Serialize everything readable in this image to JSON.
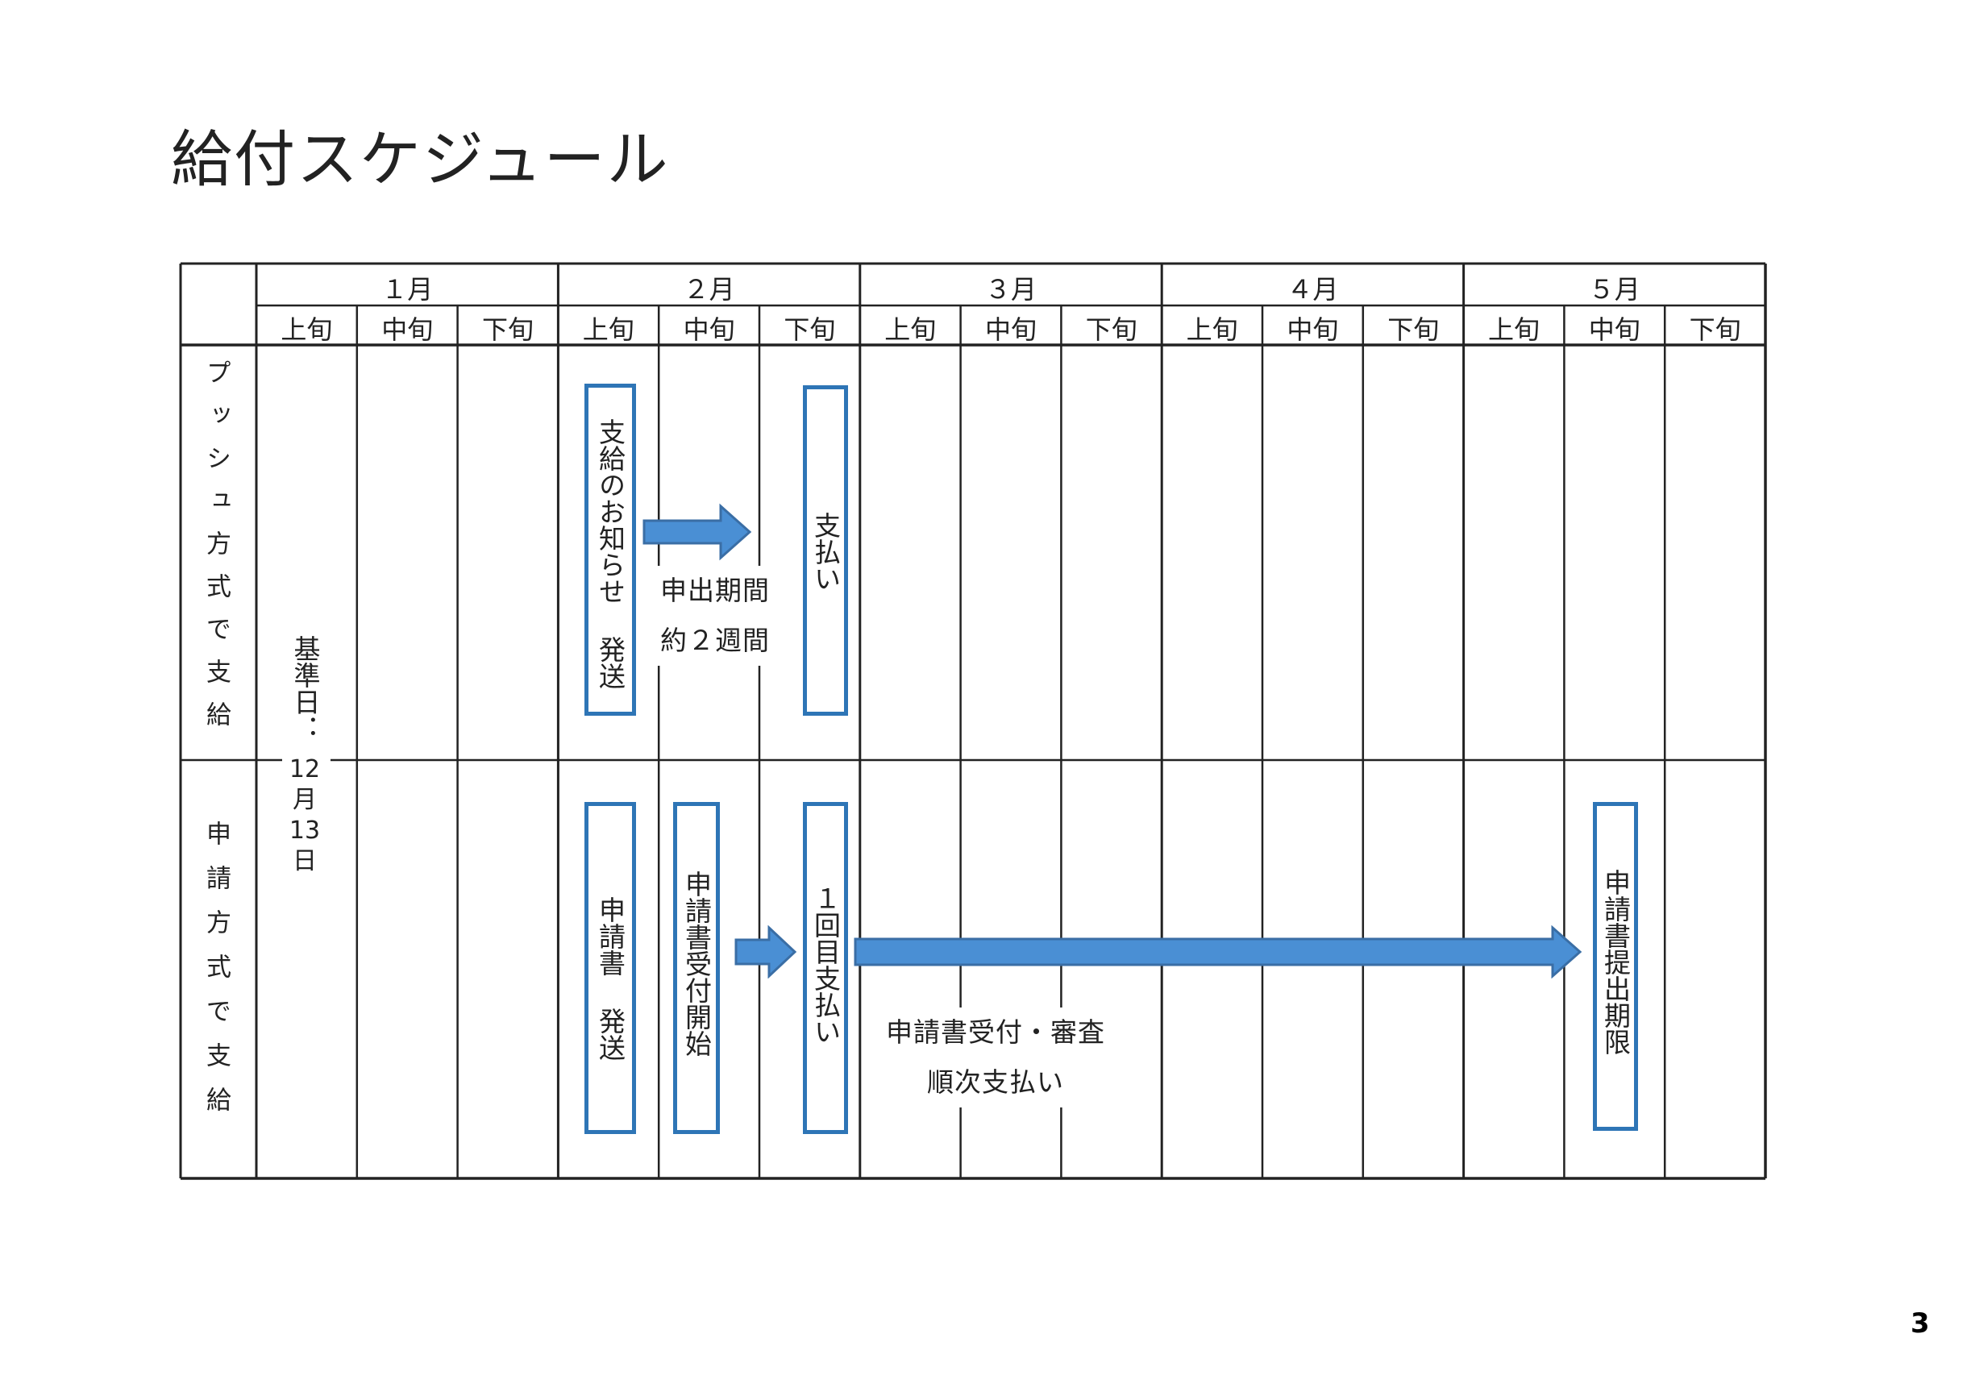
{
  "title": "給付スケジュール",
  "page_number": "3",
  "months": [
    "１月",
    "２月",
    "３月",
    "４月",
    "５月"
  ],
  "periods": [
    "上旬",
    "中旬",
    "下旬"
  ],
  "rows": {
    "push": "プッシュ方式で支給",
    "apply": "申請方式で支給"
  },
  "reference_date": {
    "label": "基準日：",
    "month": "12",
    "month_suffix": "月",
    "day": "13",
    "day_suffix": "日"
  },
  "push_steps": {
    "notice": "支給のお知らせ 発送",
    "period_line1": "申出期間",
    "period_line2": "約２週間",
    "payment": "支払い"
  },
  "apply_steps": {
    "form_sent": "申請書 発送",
    "accept_start": "申請書受付開始",
    "first_payment": "１回目支払い",
    "review_line1": "申請書受付・審査",
    "review_line2": "順次支払い",
    "deadline": "申請書提出期限"
  },
  "colors": {
    "box_border": "#2e75b6",
    "arrow_fill": "#4a8fd4",
    "arrow_stroke": "#3a6ea5",
    "grid": "#222222"
  }
}
